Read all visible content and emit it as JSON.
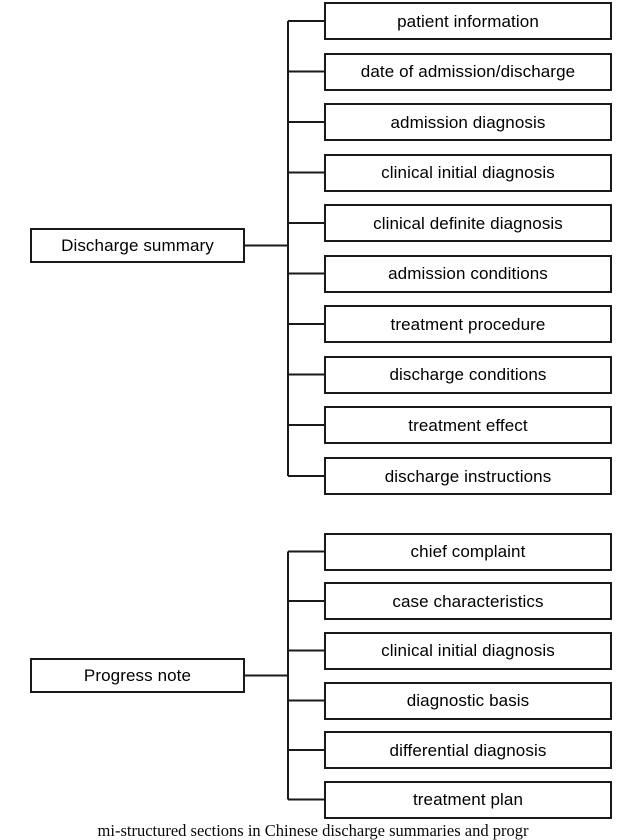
{
  "figure": {
    "type": "tree-diagram",
    "background_color": "#ffffff",
    "line_color": "#1a1a1a",
    "text_color": "#000000",
    "caption": "mi-structured sections in Chinese discharge summaries and progr"
  },
  "groups": [
    {
      "id": "discharge-summary",
      "root_label": "Discharge summary",
      "children": [
        {
          "label": "patient information"
        },
        {
          "label": "date of admission/discharge"
        },
        {
          "label": "admission diagnosis"
        },
        {
          "label": "clinical initial diagnosis"
        },
        {
          "label": "clinical definite diagnosis"
        },
        {
          "label": "admission conditions"
        },
        {
          "label": "treatment procedure"
        },
        {
          "label": "discharge conditions"
        },
        {
          "label": "treatment effect"
        },
        {
          "label": "discharge instructions"
        }
      ]
    },
    {
      "id": "progress-note",
      "root_label": "Progress note",
      "children": [
        {
          "label": "chief complaint"
        },
        {
          "label": "case characteristics"
        },
        {
          "label": "clinical initial diagnosis"
        },
        {
          "label": "diagnostic basis"
        },
        {
          "label": "differential diagnosis"
        },
        {
          "label": "treatment plan"
        }
      ]
    }
  ]
}
